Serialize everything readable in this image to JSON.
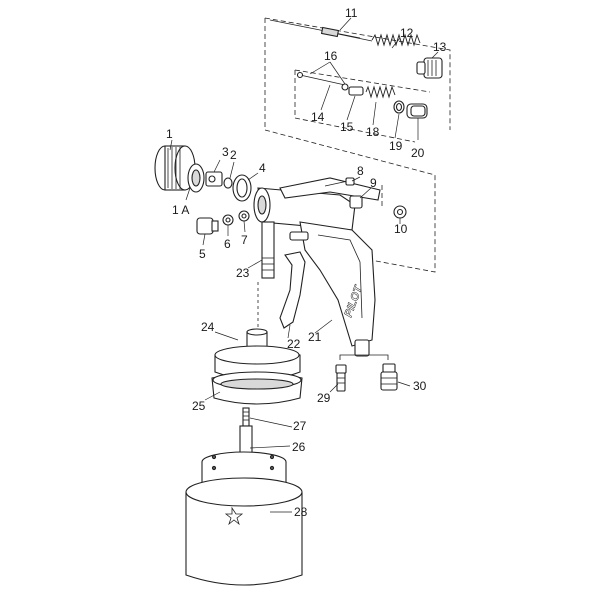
{
  "parts": [
    {
      "id": "p1",
      "label": "1"
    },
    {
      "id": "p1a",
      "label": "1 A"
    },
    {
      "id": "p2",
      "label": "2"
    },
    {
      "id": "p3",
      "label": "3"
    },
    {
      "id": "p4",
      "label": "4"
    },
    {
      "id": "p5",
      "label": "5"
    },
    {
      "id": "p6",
      "label": "6"
    },
    {
      "id": "p7",
      "label": "7"
    },
    {
      "id": "p8",
      "label": "8"
    },
    {
      "id": "p9",
      "label": "9"
    },
    {
      "id": "p10",
      "label": "10"
    },
    {
      "id": "p11",
      "label": "11"
    },
    {
      "id": "p12",
      "label": "12"
    },
    {
      "id": "p13",
      "label": "13"
    },
    {
      "id": "p14",
      "label": "14"
    },
    {
      "id": "p15",
      "label": "15"
    },
    {
      "id": "p16",
      "label": "16"
    },
    {
      "id": "p18",
      "label": "18"
    },
    {
      "id": "p19",
      "label": "19"
    },
    {
      "id": "p20",
      "label": "20"
    },
    {
      "id": "p21",
      "label": "21"
    },
    {
      "id": "p22",
      "label": "22"
    },
    {
      "id": "p23",
      "label": "23"
    },
    {
      "id": "p24",
      "label": "24"
    },
    {
      "id": "p25",
      "label": "25"
    },
    {
      "id": "p26",
      "label": "26"
    },
    {
      "id": "p27",
      "label": "27"
    },
    {
      "id": "p28",
      "label": "28"
    },
    {
      "id": "p29",
      "label": "29"
    },
    {
      "id": "p30",
      "label": "30"
    }
  ],
  "handle_brand": "PILOT"
}
